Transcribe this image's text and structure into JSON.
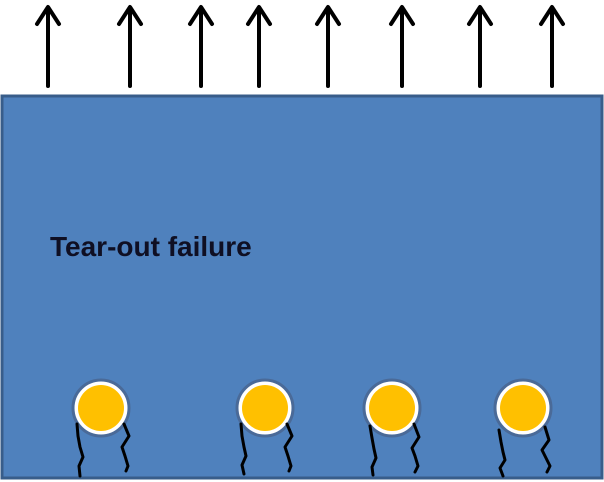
{
  "caption": "Tear-out failure",
  "colors": {
    "plate_fill": "#4f81bd",
    "plate_border": "#385d8a",
    "bolt": "#ffc000",
    "arrows": "#000000",
    "cracks": "#000000",
    "text": "#0f0f23"
  },
  "elements": {
    "load_arrows": {
      "count": 8,
      "direction": "up",
      "icon": "arrow-up-icon"
    },
    "bolts": {
      "count": 4,
      "icon": "bolt-hole-icon"
    },
    "cracks": {
      "per_bolt": 2,
      "icon": "crack-icon"
    }
  }
}
